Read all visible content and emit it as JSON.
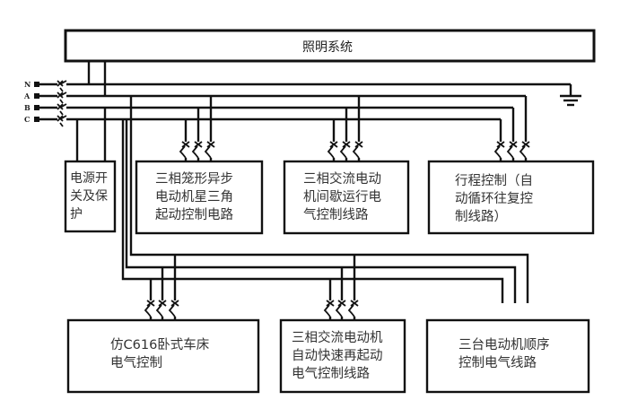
{
  "diagram": {
    "title": "照明系统",
    "phases": [
      "N",
      "A",
      "B",
      "C"
    ],
    "ground_symbol": "ground-icon",
    "power_box": {
      "label": "电源开\n关及保\n护"
    },
    "upper_circuits": [
      {
        "label": "三相笼形异步\n电动机星三角\n起动控制电路"
      },
      {
        "label": "三相交流电动\n机间歇运行电\n气控制线路"
      },
      {
        "label": "行程控制（自\n动循环往复控\n制线路）"
      }
    ],
    "lower_circuits": [
      {
        "label": "仿C616卧式车床\n电气控制"
      },
      {
        "label": "三相交流电动机\n自动快速再起动\n电气控制线路"
      },
      {
        "label": "三台电动机顺序\n控制电气线路"
      }
    ]
  }
}
